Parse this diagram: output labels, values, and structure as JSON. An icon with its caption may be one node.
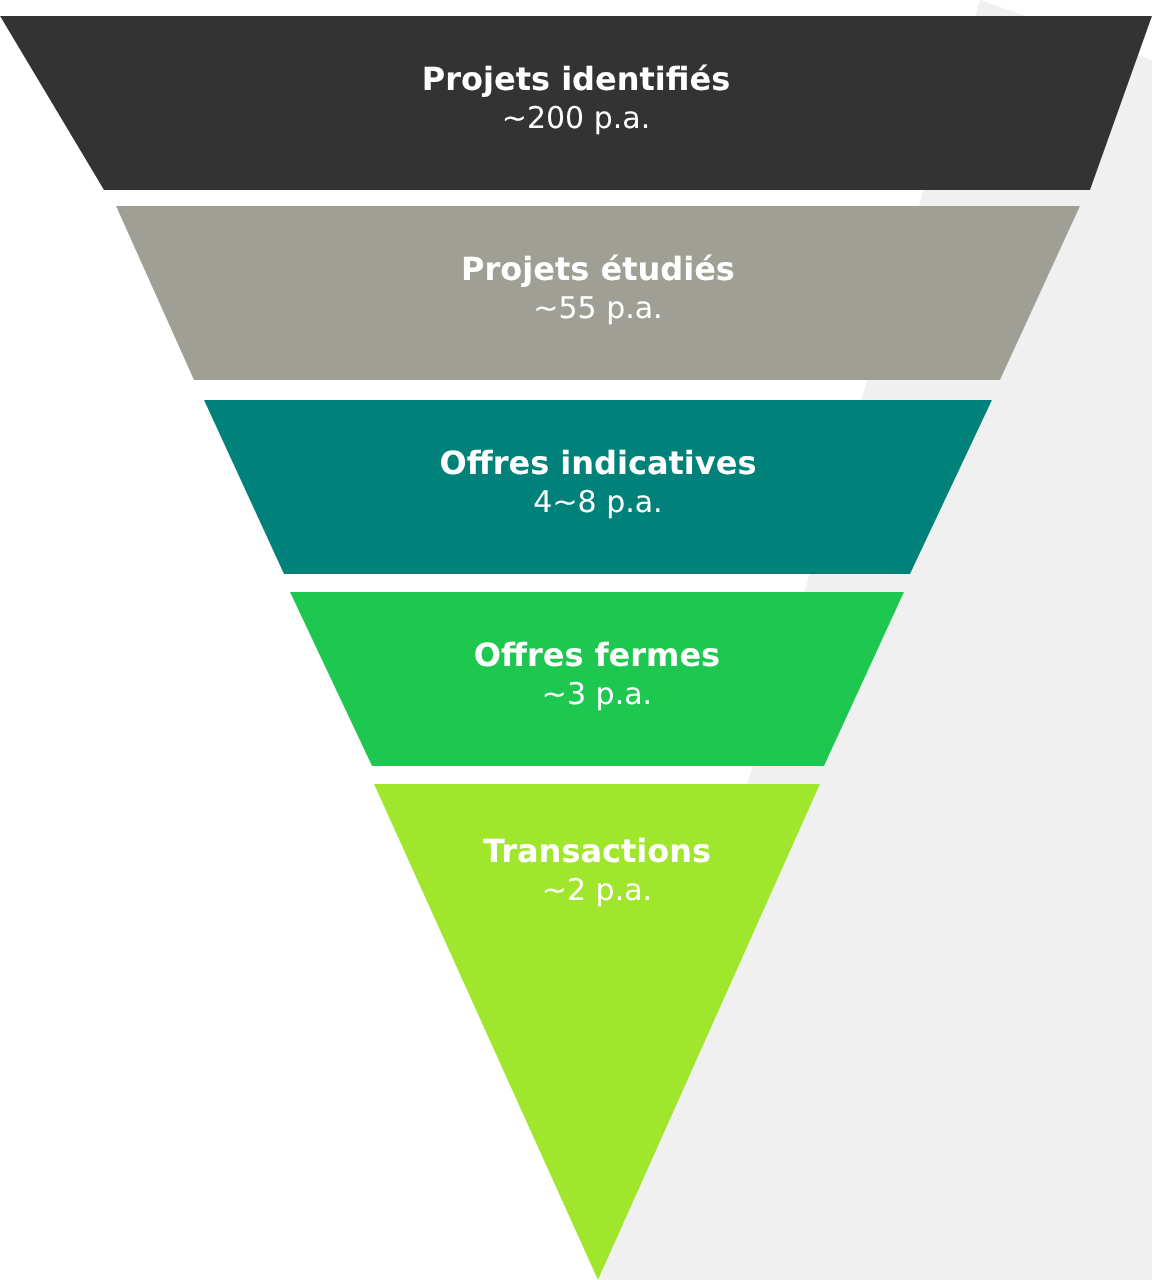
{
  "diagram": {
    "nodes": [
      {
        "text": [
          "Projets identifiés",
          "~200 p.a."
        ]
      },
      {
        "text": [
          "Projets étudiés",
          "~55 p.a."
        ]
      },
      {
        "text": [
          "Offres indicatives",
          "4~8 p.a."
        ]
      },
      {
        "text": [
          "Offres fermes",
          "~3 p.a."
        ]
      },
      {
        "text": [
          "Transactions",
          "~2 p.a."
        ]
      }
    ]
  }
}
